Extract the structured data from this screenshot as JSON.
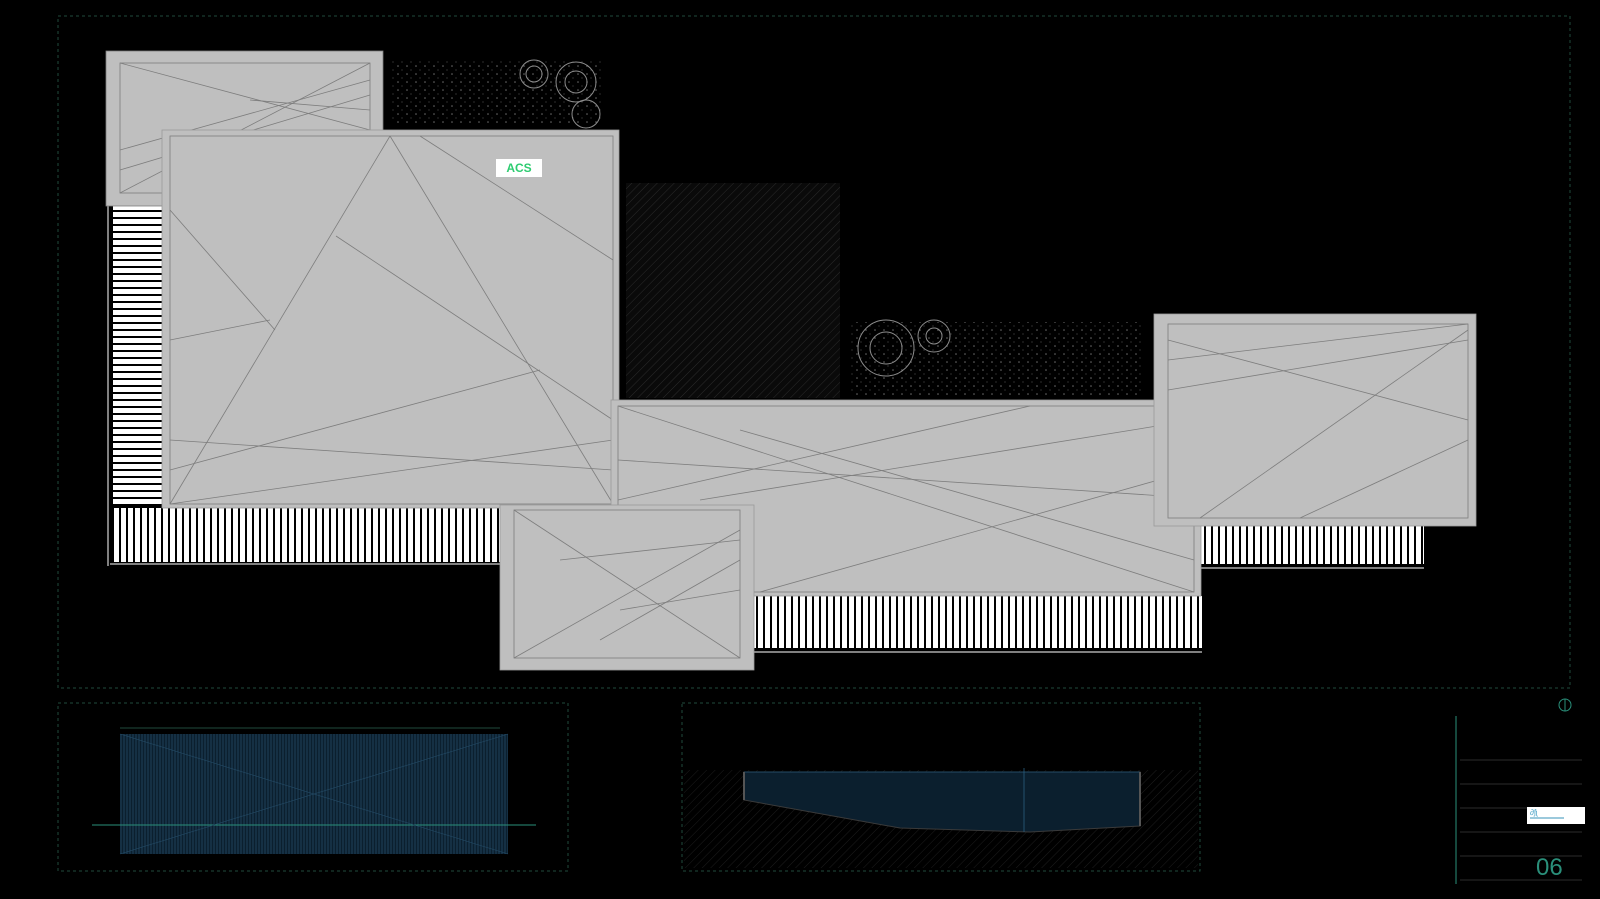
{
  "floorplan": {
    "room_tag": "ACS",
    "sheet_number": "06",
    "logo_glyph": "∂ʃʅ"
  },
  "colors": {
    "background": "#000000",
    "roof_fill": "#bfbfbf",
    "roof_line": "#7d7d7d",
    "frame_dash": "#1f4a3c",
    "accent_text": "#2ecc71",
    "sheet_number": "#2a8f7a",
    "section_fill": "#0e2a3c"
  },
  "icons": {
    "north_arrow": "north-arrow-icon",
    "tree": "tree-icon"
  }
}
